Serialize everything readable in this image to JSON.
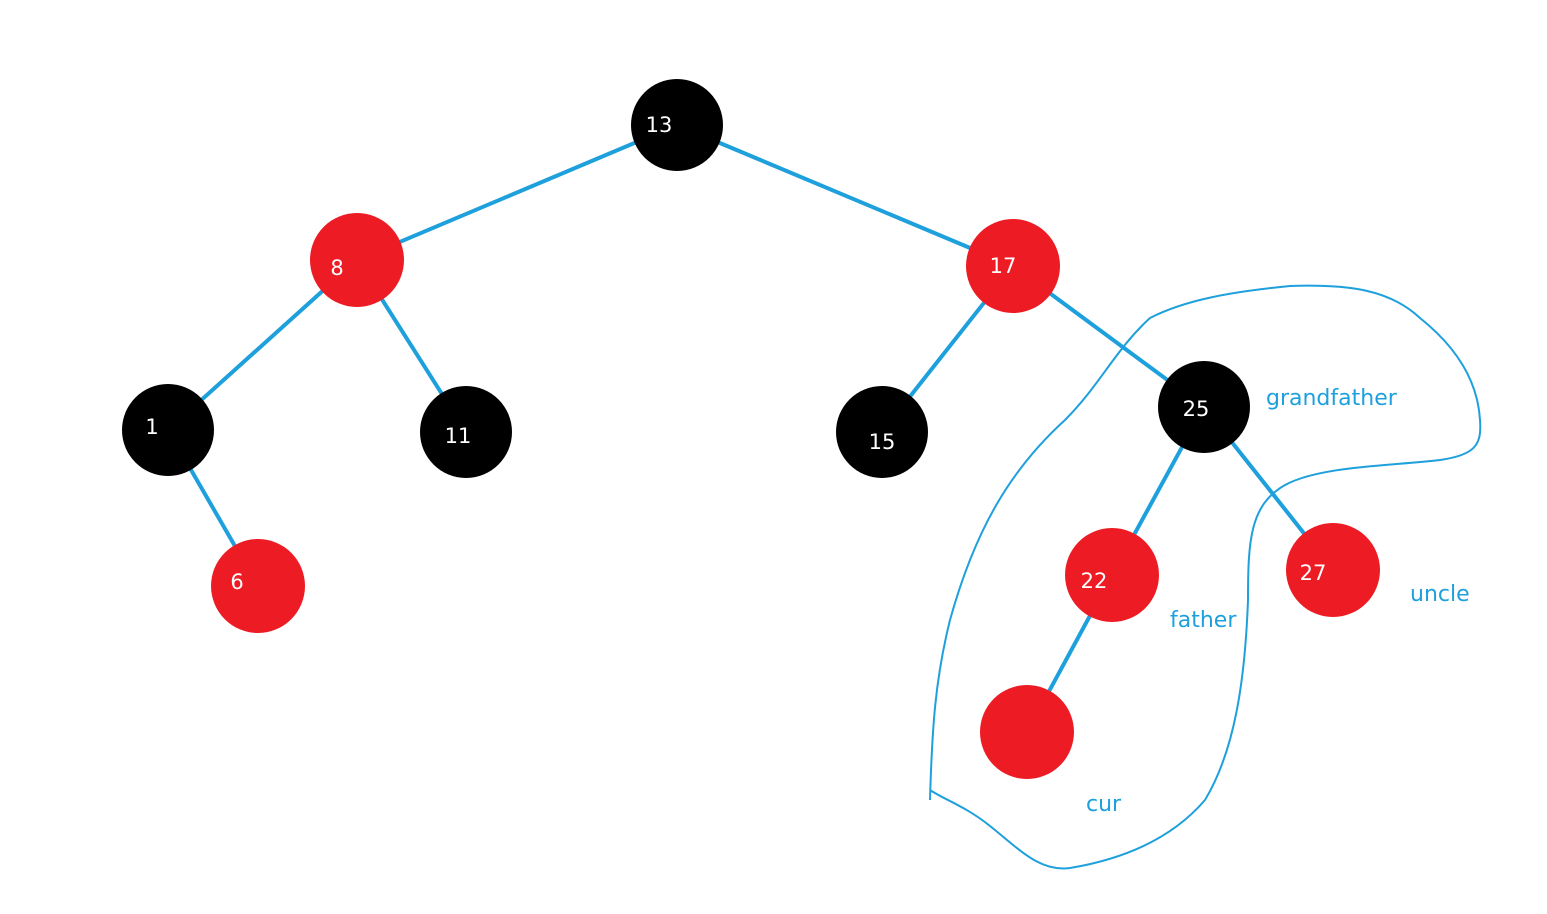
{
  "colors": {
    "black_node": "#000000",
    "red_node": "#ed1c24",
    "edge": "#1ea0dc",
    "annotation": "#1ea0dc",
    "node_text": "#ffffff",
    "background": "#ffffff"
  },
  "nodes": [
    {
      "id": "n13",
      "label": "13",
      "color": "black"
    },
    {
      "id": "n8",
      "label": "8",
      "color": "red"
    },
    {
      "id": "n17",
      "label": "17",
      "color": "red"
    },
    {
      "id": "n1",
      "label": "1",
      "color": "black"
    },
    {
      "id": "n11",
      "label": "11",
      "color": "black"
    },
    {
      "id": "n15",
      "label": "15",
      "color": "black"
    },
    {
      "id": "n25",
      "label": "25",
      "color": "black"
    },
    {
      "id": "n6",
      "label": "6",
      "color": "red"
    },
    {
      "id": "n22",
      "label": "22",
      "color": "red"
    },
    {
      "id": "n27",
      "label": "27",
      "color": "red"
    },
    {
      "id": "ncur",
      "label": "",
      "color": "red"
    }
  ],
  "edges": [
    {
      "from": "n13",
      "to": "n8"
    },
    {
      "from": "n13",
      "to": "n17"
    },
    {
      "from": "n8",
      "to": "n1"
    },
    {
      "from": "n8",
      "to": "n11"
    },
    {
      "from": "n1",
      "to": "n6"
    },
    {
      "from": "n17",
      "to": "n15"
    },
    {
      "from": "n17",
      "to": "n25"
    },
    {
      "from": "n25",
      "to": "n22"
    },
    {
      "from": "n25",
      "to": "n27"
    },
    {
      "from": "n22",
      "to": "ncur"
    }
  ],
  "annotations": {
    "grandfather": "grandfather",
    "father": "father",
    "uncle": "uncle",
    "cur": "cur"
  }
}
